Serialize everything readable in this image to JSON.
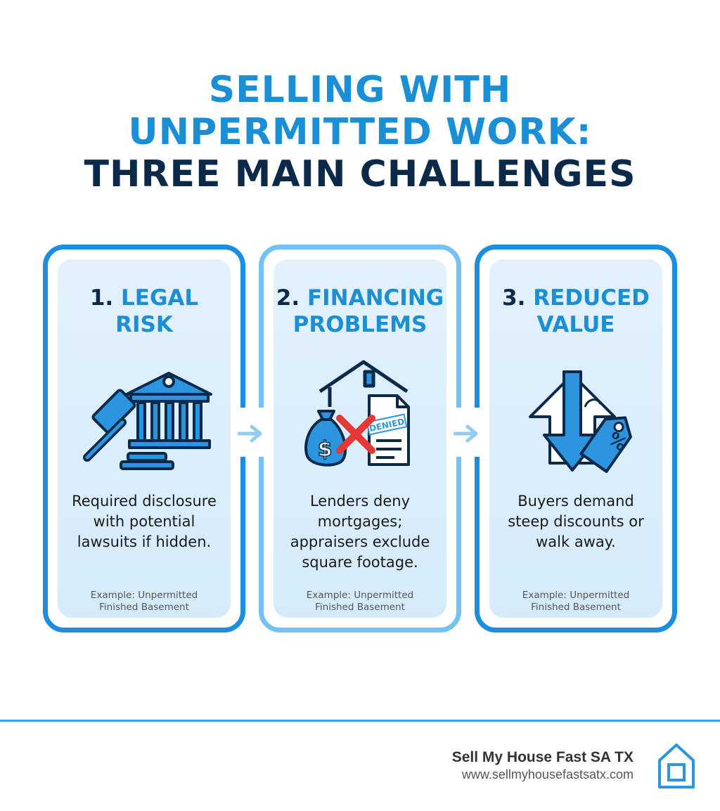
{
  "title": {
    "line1": "SELLING WITH",
    "line2": "UNPERMITTED WORK:",
    "line3": "THREE MAIN CHALLENGES"
  },
  "cards": [
    {
      "number": "1.",
      "heading_line1": "LEGAL",
      "heading_line2": "RISK",
      "icon": "gavel-courthouse-icon",
      "description": [
        "Required disclosure",
        "with potential",
        "lawsuits if hidden."
      ],
      "example": [
        "Example: Unpermitted",
        "Finished Basement"
      ]
    },
    {
      "number": "2.",
      "heading_line1": "FINANCING",
      "heading_line2": "PROBLEMS",
      "icon": "house-money-denied-icon",
      "stamp_text": "DENIED",
      "description": [
        "Lenders deny",
        "mortgages;",
        "appraisers exclude",
        "square footage."
      ],
      "example": [
        "Example: Unpermitted",
        "Finished Basement"
      ]
    },
    {
      "number": "3.",
      "heading_line1": "REDUCED",
      "heading_line2": "VALUE",
      "icon": "down-arrow-price-tag-icon",
      "tag_text": "%",
      "description": [
        "Buyers demand",
        "steep discounts or",
        "walk away."
      ],
      "example": [
        "Example: Unpermitted",
        "Finished Basement"
      ]
    }
  ],
  "footer": {
    "brand_name": "Sell My House Fast SA TX",
    "url": "www.sellmyhousefastsatx.com",
    "logo_icon": "house-outline-icon"
  },
  "colors": {
    "accent": "#1a8fd6",
    "navy": "#0b2a4a",
    "border": "#1b8ee0",
    "border_light": "#74c2f5",
    "card_bg": "#e2f1fc",
    "denied_red": "#e53935"
  }
}
